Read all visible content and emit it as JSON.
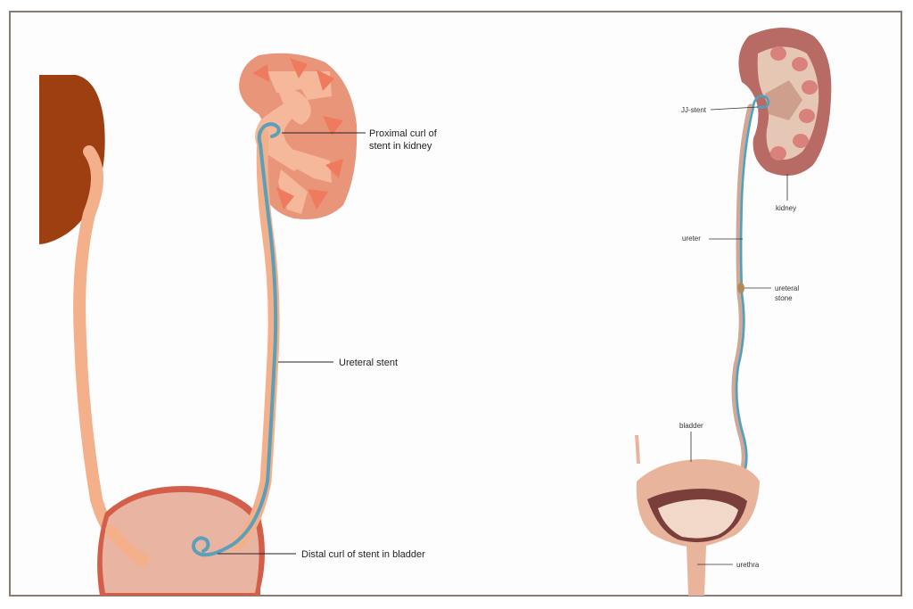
{
  "left_diagram": {
    "labels": {
      "proximal_curl": "Proximal curl of\nstent in kidney",
      "ureteral_stent": "Ureteral stent",
      "distal_curl": "Distal curl of stent in bladder"
    },
    "colors": {
      "kidney_outer": "#e9957a",
      "kidney_inner": "#f6b89a",
      "calyx": "#f07a5e",
      "ureter": "#f3b08a",
      "stent": "#5b9fb8",
      "bladder": "#e9b5a2",
      "bladder_edge": "#d35f4a",
      "other_kidney": "#9e3f12"
    }
  },
  "right_diagram": {
    "labels": {
      "jj_stent": "JJ-stent",
      "kidney": "kidney",
      "ureter": "ureter",
      "ureteral_stone": "ureteral\nstone",
      "bladder": "bladder",
      "urethra": "urethra"
    },
    "colors": {
      "kidney": "#b86a65",
      "calyx": "#d9817a",
      "stent": "#4aa3c2",
      "stone": "#b08a5a",
      "bladder": "#e9b49c"
    }
  }
}
